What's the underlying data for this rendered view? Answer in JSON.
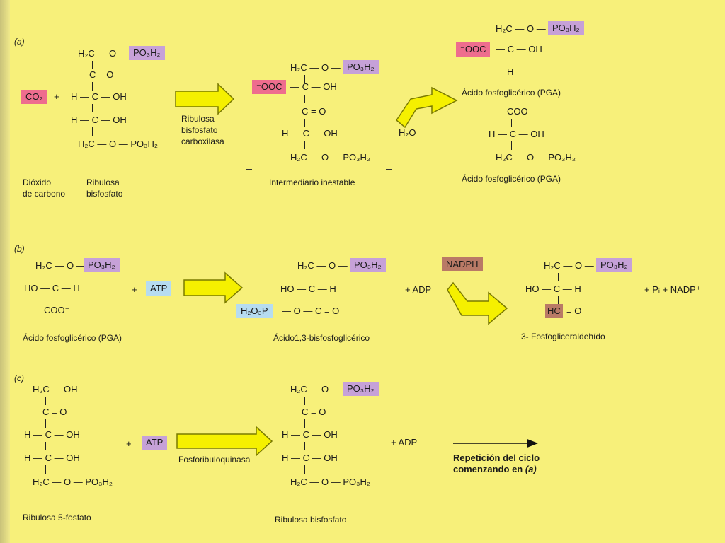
{
  "panel_a": {
    "label": "(a)",
    "co2": "CO₂",
    "plus": "+",
    "ribulose": {
      "c1": "H₂C — O —",
      "c1_phos": "PO₃H₂",
      "c2": "C = O",
      "c3": "H — C — OH",
      "c4": "H — C — OH",
      "c5": "H₂C — O — PO₃H₂"
    },
    "name_co2_1": "Dióxido",
    "name_co2_2": "de carbono",
    "name_rub_1": "Ribulosa",
    "name_rub_2": "bisfosfato",
    "enzyme_1": "Ribulosa",
    "enzyme_2": "bisfosfato",
    "enzyme_3": "carboxilasa",
    "intermediate": {
      "c1": "H₂C — O —",
      "c1_phos": "PO₃H₂",
      "c2_pre": "⁻OOC",
      "c2": "— C — OH",
      "c3": "C = O",
      "c4": "H — C — OH",
      "c5": "H₂C — O — PO₃H₂",
      "name": "Intermediario inestable"
    },
    "water": "H₂O",
    "pga1": {
      "c1": "H₂C — O —",
      "c1_phos": "PO₃H₂",
      "c2_pre": "⁻OOC",
      "c2": "— C — OH",
      "c3": "H",
      "name": "Ácido fosfoglicérico (PGA)"
    },
    "pga2": {
      "c1": "COO⁻",
      "c2": "H — C — OH",
      "c3": "H₂C — O — PO₃H₂",
      "name": "Ácido fosfoglicérico (PGA)"
    }
  },
  "panel_b": {
    "label": "(b)",
    "pga": {
      "c1": "H₂C — O —",
      "c1_phos": "PO₃H₂",
      "c2": "HO — C — H",
      "c3": "COO⁻",
      "name": "Ácido fosfoglicérico (PGA)"
    },
    "plus_atp": "+",
    "atp": "ATP",
    "bpg": {
      "c1": "H₂C — O —",
      "c1_phos": "PO₃H₂",
      "c2": "HO — C — H",
      "c3_pre": "H₂O₃P",
      "c3": "— O — C = O",
      "name": "Ácido1,3-bisfosfoglicérico"
    },
    "plus_adp": "+ ADP",
    "nadph": "NADPH",
    "g3p": {
      "c1": "H₂C — O —",
      "c1_phos": "PO₃H₂",
      "c2": "HO — C — H",
      "c3_pre": "HC",
      "c3": "= O",
      "name": "3- Fosfogliceraldehído"
    },
    "products": "+ Pᵢ   + NADP⁺"
  },
  "panel_c": {
    "label": "(c)",
    "r5p": {
      "c1": "H₂C — OH",
      "c2": "C = O",
      "c3": "H — C — OH",
      "c4": "H — C — OH",
      "c5": "H₂C — O — PO₃H₂",
      "name": "Ribulosa 5-fosfato"
    },
    "plus_atp": "+",
    "atp": "ATP",
    "enzyme": "Fosforibuloquinasa",
    "rubp": {
      "c1": "H₂C — O —",
      "c1_phos": "PO₃H₂",
      "c2": "C = O",
      "c3": "H — C — OH",
      "c4": "H — C — OH",
      "c5": "H₂C — O — PO₃H₂",
      "name": "Ribulosa bisfosfato"
    },
    "plus_adp": "+   ADP",
    "repeat_1": "Repetición del ciclo",
    "repeat_2": "comenzando en ",
    "repeat_3": "(a)"
  }
}
